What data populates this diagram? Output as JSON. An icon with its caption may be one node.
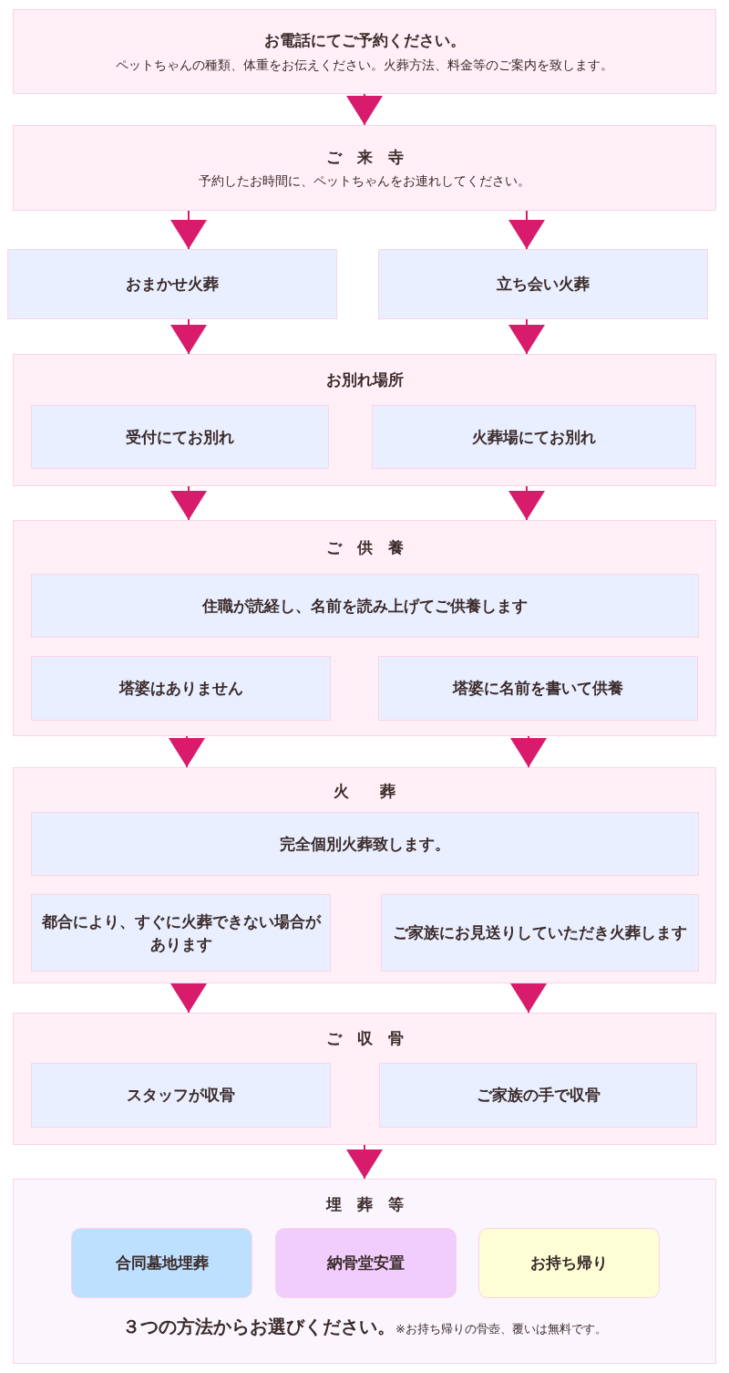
{
  "diagram": {
    "nodes": [
      {
        "text": [
          "お電話にてご予約ください。",
          "ペットちゃんの種類、体重をお伝えください。火葬方法、料金等のご案内を致します。"
        ]
      },
      {
        "text": [
          "ご　来　寺",
          "予約したお時間に、ペットちゃんをお連れしてください。"
        ]
      },
      {
        "text": [
          "おまかせ火葬"
        ]
      },
      {
        "text": [
          "立ち会い火葬"
        ]
      },
      {
        "text": [
          "お別れ場所"
        ]
      },
      {
        "text": [
          "受付にてお別れ"
        ],
        "in": 4
      },
      {
        "text": [
          "火葬場にてお別れ"
        ],
        "in": 4
      },
      {
        "text": [
          "ご　供　養"
        ]
      },
      {
        "text": [
          "住職が読経し、名前を読み上げてご供養します"
        ],
        "in": 7
      },
      {
        "text": [
          "塔婆はありません"
        ],
        "in": 7
      },
      {
        "text": [
          "塔婆に名前を書いて供養"
        ],
        "in": 7
      },
      {
        "text": [
          "火　　葬"
        ]
      },
      {
        "text": [
          "完全個別火葬致します。"
        ],
        "in": 11
      },
      {
        "text": [
          "都合により、すぐに火葬できない場合があります"
        ],
        "in": 11
      },
      {
        "text": [
          "ご家族にお見送りしていただき火葬します"
        ],
        "in": 11
      },
      {
        "text": [
          "ご　収　骨"
        ]
      },
      {
        "text": [
          "スタッフが収骨"
        ],
        "in": 15
      },
      {
        "text": [
          "ご家族の手で収骨"
        ],
        "in": 15
      },
      {
        "text": [
          "埋　葬　等",
          "**３つの方法からお選びください。**※お持ち帰りの骨壺、覆いは無料です。"
        ]
      },
      {
        "text": [
          "合同墓地埋葬"
        ],
        "in": 18
      },
      {
        "text": [
          "納骨堂安置"
        ],
        "in": 18
      },
      {
        "text": [
          "お持ち帰り"
        ],
        "in": 18
      }
    ],
    "edges": [
      {
        "from": 0,
        "to": 1,
        "arrow": "to"
      },
      {
        "from": 1,
        "to": 2,
        "arrow": "to"
      },
      {
        "from": 1,
        "to": 3,
        "arrow": "to"
      },
      {
        "from": 2,
        "to": 4,
        "arrow": "to"
      },
      {
        "from": 3,
        "to": 4,
        "arrow": "to"
      },
      {
        "from": 4,
        "to": 7,
        "arrow": "to"
      },
      {
        "from": 4,
        "to": 7,
        "arrow": "to"
      },
      {
        "from": 7,
        "to": 11,
        "arrow": "to"
      },
      {
        "from": 7,
        "to": 11,
        "arrow": "to"
      },
      {
        "from": 11,
        "to": 15,
        "arrow": "to"
      },
      {
        "from": 11,
        "to": 15,
        "arrow": "to"
      },
      {
        "from": 15,
        "to": 18,
        "arrow": "to"
      }
    ]
  }
}
